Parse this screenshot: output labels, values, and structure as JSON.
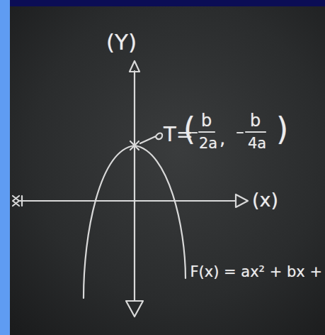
{
  "diagram": {
    "labels": [
      "(Y)",
      "T=",
      "(",
      "b",
      "2a",
      ",",
      "b",
      "4a",
      ")",
      "(x)",
      "F(x) = ax² + bx +"
    ]
  }
}
